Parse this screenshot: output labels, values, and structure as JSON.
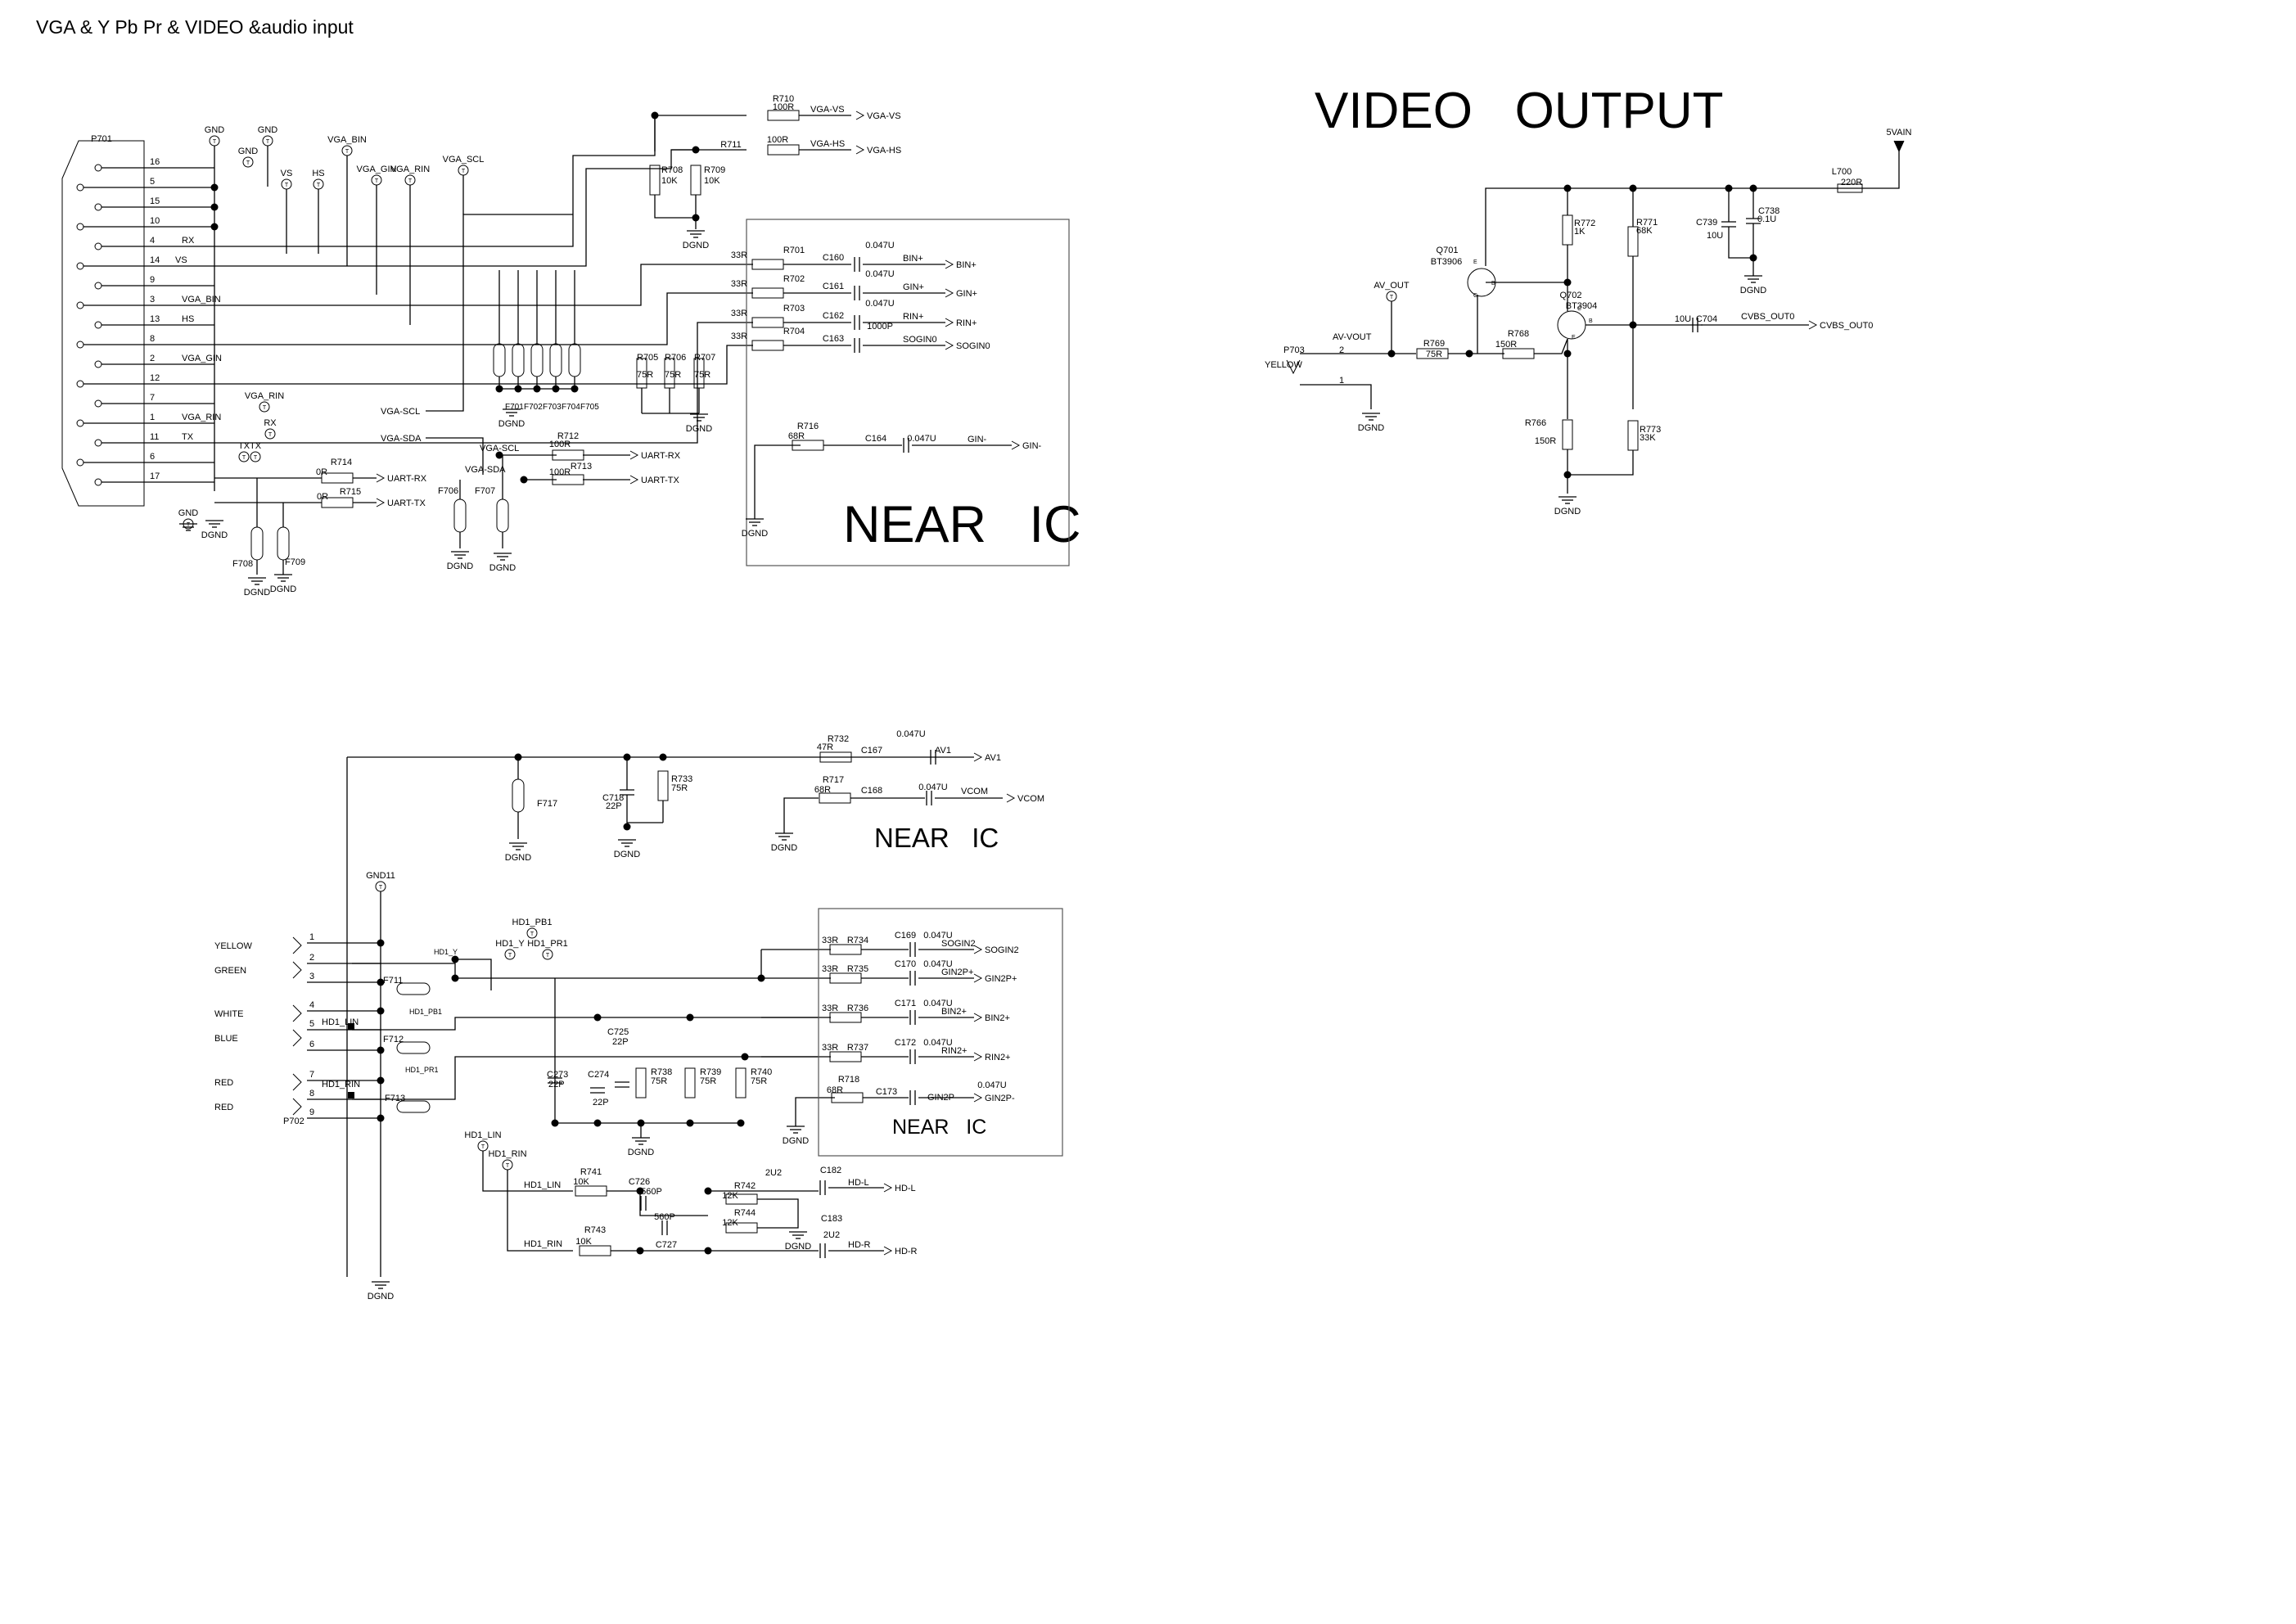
{
  "title": "VGA & Y Pb Pr & VIDEO &audio input",
  "video_output_title": "VIDEO   OUTPUT",
  "near_ic": [
    "NEAR   IC",
    "NEAR   IC",
    "NEAR   IC"
  ],
  "nets": {
    "gnd": "GND",
    "dgnd": "DGND",
    "gnd11": "GND11",
    "fivev": "5VAIN",
    "vga_vs": "VGA-VS",
    "vga_hs": "VGA-HS",
    "bin": "BIN+",
    "gin": "GIN+",
    "rin": "RIN+",
    "sogin0": "SOGIN0",
    "ginm": "GIN-",
    "uart_rx": "UART-RX",
    "uart_tx": "UART-TX",
    "vga_scl": "VGA-SCL",
    "vga_sda": "VGA-SDA",
    "vga_scl_u": "VGA_SCL",
    "vga_bin": "VGA_BIN",
    "vga_gin": "VGA_GIN",
    "vga_rin": "VGA_RIN",
    "vs": "VS",
    "hs": "HS",
    "rx": "RX",
    "tx": "TX",
    "av1": "AV1",
    "vcom": "VCOM",
    "sogin2": "SOGIN2",
    "gin2p": "GIN2P+",
    "bin2p": "BIN2+",
    "rin2p": "RIN2+",
    "gin2m": "GIN2P-",
    "hd_l": "HD-L",
    "hd_r": "HD-R",
    "hd1_y": "HD1_Y",
    "hd1_pb1": "HD1_PB1",
    "hd1_pr1": "HD1_PR1",
    "hd1_lin": "HD1_LIN",
    "hd1_rin": "HD1_RIN",
    "av_out": "AV_OUT",
    "av_vout": "AV-VOUT",
    "cvbs_out0": "CVBS_OUT0",
    "cvbs_out0b": "CVBS_OUT0"
  },
  "connector_p701": {
    "ref": "P701",
    "pins": [
      "16",
      "5",
      "15",
      "10",
      "4",
      "14",
      "9",
      "3",
      "13",
      "8",
      "2",
      "12",
      "7",
      "1",
      "11",
      "6",
      "17"
    ],
    "signals": [
      "RX",
      "VS",
      "VGA_BIN",
      "HS",
      "VGA_GIN",
      "VGA_RIN",
      "TX"
    ]
  },
  "connector_p702": {
    "ref": "P702",
    "jacks": [
      "YELLOW",
      "GREEN",
      "WHITE",
      "BLUE",
      "RED",
      "RED"
    ],
    "pins": [
      "1",
      "2",
      "3",
      "4",
      "5",
      "6",
      "7",
      "8",
      "9"
    ]
  },
  "connector_p703": {
    "ref": "P703",
    "jack": "YELLOW",
    "pins": [
      "2",
      "1"
    ]
  },
  "transistors": [
    {
      "ref": "Q701",
      "part": "BT3906"
    },
    {
      "ref": "Q702",
      "part": "BT3904"
    }
  ],
  "transistor_pins": [
    "E",
    "B",
    "C",
    "C",
    "B",
    "E"
  ],
  "components": [
    {
      "ref": "R710",
      "value": "100R"
    },
    {
      "ref": "R711",
      "value": "100R"
    },
    {
      "ref": "R708",
      "value": "10K"
    },
    {
      "ref": "R709",
      "value": "10K"
    },
    {
      "ref": "R701",
      "value": "33R"
    },
    {
      "ref": "R702",
      "value": "33R"
    },
    {
      "ref": "R703",
      "value": "33R"
    },
    {
      "ref": "R704",
      "value": "33R"
    },
    {
      "ref": "C160",
      "value": "0.047U"
    },
    {
      "ref": "C161",
      "value": "0.047U"
    },
    {
      "ref": "C162",
      "value": "0.047U"
    },
    {
      "ref": "C163",
      "value": "1000P"
    },
    {
      "ref": "R705",
      "value": "75R"
    },
    {
      "ref": "R706",
      "value": "75R"
    },
    {
      "ref": "R707",
      "value": "75R"
    },
    {
      "ref": "R716",
      "value": "68R"
    },
    {
      "ref": "C164",
      "value": "0.047U"
    },
    {
      "ref": "R712",
      "value": "100R"
    },
    {
      "ref": "R713",
      "value": "100R"
    },
    {
      "ref": "R714",
      "value": "0R"
    },
    {
      "ref": "R715",
      "value": "0R"
    },
    {
      "ref": "R732",
      "value": "47R"
    },
    {
      "ref": "C167",
      "value": "0.047U"
    },
    {
      "ref": "R717",
      "value": "68R"
    },
    {
      "ref": "C168",
      "value": "0.047U"
    },
    {
      "ref": "C718",
      "value": "22P"
    },
    {
      "ref": "R733",
      "value": "75R"
    },
    {
      "ref": "R734",
      "value": "33R"
    },
    {
      "ref": "R735",
      "value": "33R"
    },
    {
      "ref": "R736",
      "value": "33R"
    },
    {
      "ref": "R737",
      "value": "33R"
    },
    {
      "ref": "C169",
      "value": "0.047U"
    },
    {
      "ref": "C170",
      "value": "0.047U"
    },
    {
      "ref": "C171",
      "value": "0.047U"
    },
    {
      "ref": "C172",
      "value": "0.047U"
    },
    {
      "ref": "R718",
      "value": "68R"
    },
    {
      "ref": "C173",
      "value": "0.047U"
    },
    {
      "ref": "C725",
      "value": "22P"
    },
    {
      "ref": "C273",
      "value": "22P"
    },
    {
      "ref": "C274",
      "value": "22P"
    },
    {
      "ref": "R738",
      "value": "75R"
    },
    {
      "ref": "R739",
      "value": "75R"
    },
    {
      "ref": "R740",
      "value": "75R"
    },
    {
      "ref": "R741",
      "value": "10K"
    },
    {
      "ref": "R743",
      "value": "10K"
    },
    {
      "ref": "C726",
      "value": "560P"
    },
    {
      "ref": "C727",
      "value": "560P"
    },
    {
      "ref": "R742",
      "value": "12K"
    },
    {
      "ref": "R744",
      "value": "12K"
    },
    {
      "ref": "C182",
      "value": "2U2"
    },
    {
      "ref": "C183",
      "value": "2U2"
    },
    {
      "ref": "L700",
      "value": "220R"
    },
    {
      "ref": "R772",
      "value": "1K"
    },
    {
      "ref": "R771",
      "value": "68K"
    },
    {
      "ref": "C739",
      "value": "10U"
    },
    {
      "ref": "C738",
      "value": "0.1U"
    },
    {
      "ref": "R769",
      "value": "75R"
    },
    {
      "ref": "R768",
      "value": "150R"
    },
    {
      "ref": "R766",
      "value": "150R"
    },
    {
      "ref": "R773",
      "value": "33K"
    },
    {
      "ref": "C704",
      "value": "10U"
    }
  ],
  "ferrites": [
    "F708",
    "F709",
    "F706",
    "F707",
    "F701",
    "F702",
    "F703",
    "F704",
    "F705",
    "F717",
    "F711",
    "F712",
    "F713"
  ]
}
